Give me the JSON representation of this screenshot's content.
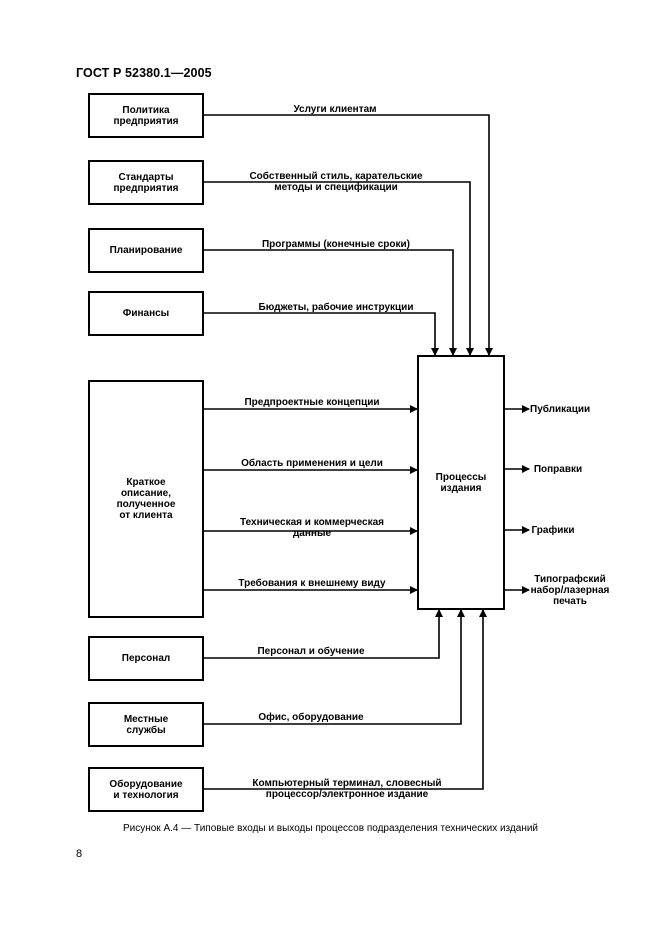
{
  "header": "ГОСТ Р 52380.1—2005",
  "boxes": {
    "policy": "Политика\nпредприятия",
    "standards": "Стандарты\nпредприятия",
    "planning": "Планирование",
    "finance": "Финансы",
    "brief": "Краткое\nописание,\nполученное\nот клиента",
    "staff": "Персонал",
    "local": "Местные\nслужбы",
    "equipment": "Оборудование\nи технология",
    "process": "Процессы\nиздания"
  },
  "labels": {
    "policy": "Услуги клиентам",
    "standards": "Собственный стиль, карательские\nметоды и спецификации",
    "planning": "Программы (конечные сроки)",
    "finance": "Бюджеты, рабочие инструкции",
    "input1": "Предпроектные концепции",
    "input2": "Область применения и цели",
    "input3": "Техническая и коммерческая\nданные",
    "input4": "Требования к внешнему виду",
    "staff": "Персонал и обучение",
    "local": "Офис, оборудование",
    "equipment": "Компьютерный терминал, словесный\nпроцессор/электронное издание"
  },
  "outputs": {
    "out1": "Публикации",
    "out2": "Поправки",
    "out3": "Графики",
    "out4": "Типографский\nнабор/лазерная\nпечать"
  },
  "caption": "Рисунок А.4 — Типовые входы и выходы процессов подразделения технических изданий",
  "page_number": "8"
}
